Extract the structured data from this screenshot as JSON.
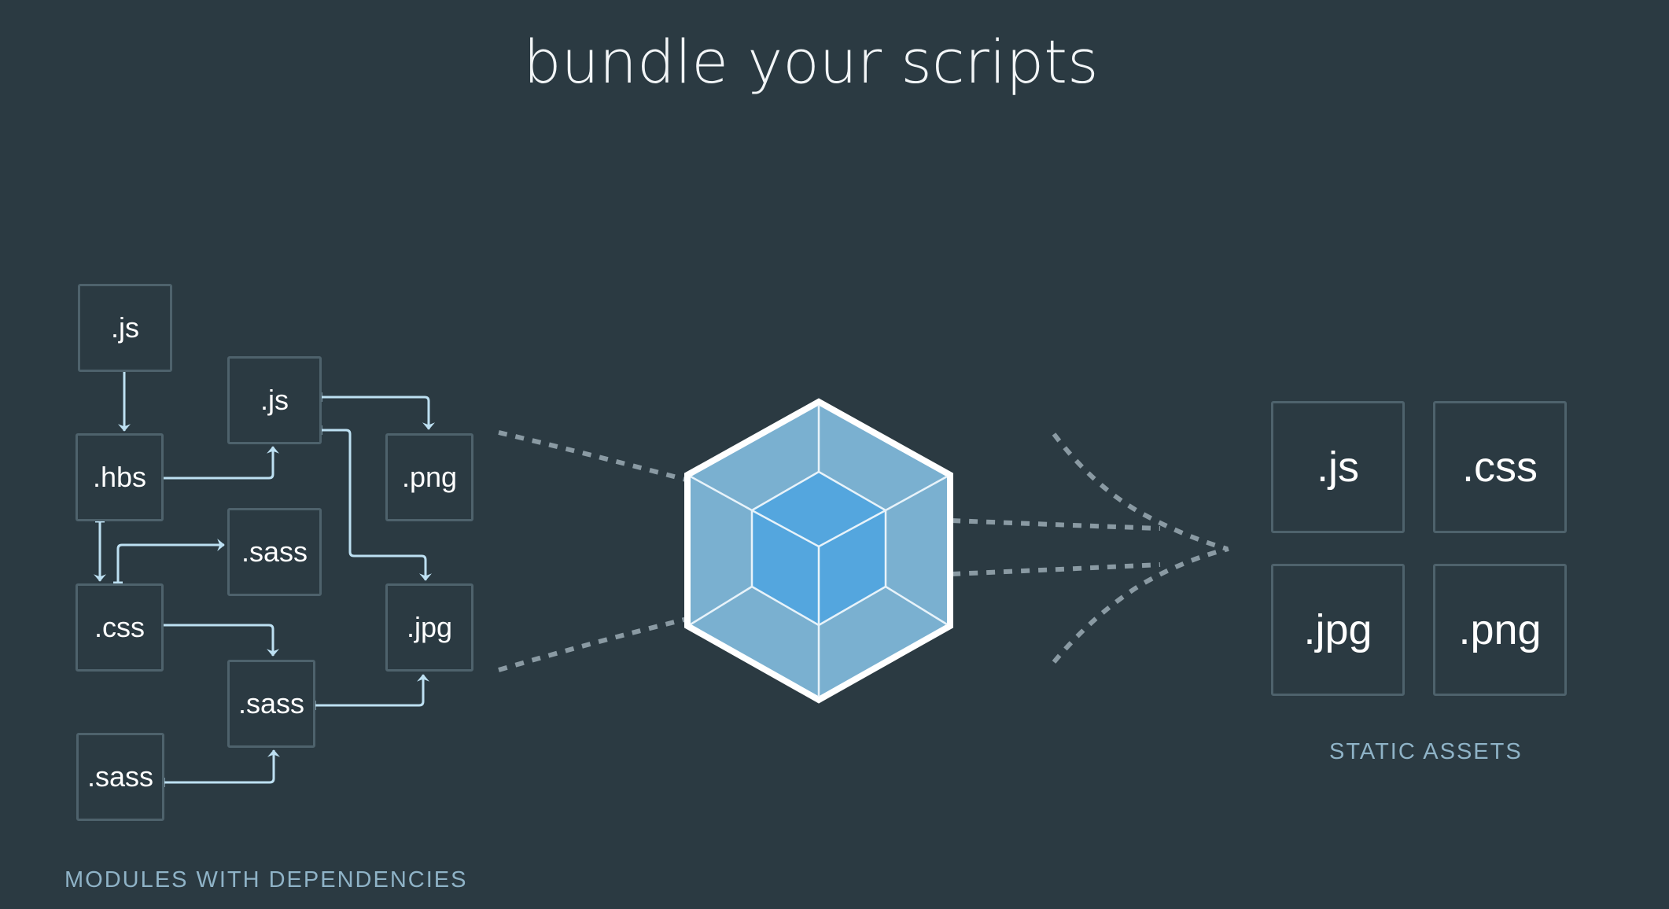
{
  "title": "bundle your scripts",
  "modules": {
    "caption": "MODULES WITH DEPENDENCIES",
    "items": {
      "js_top": ".js",
      "js_mid": ".js",
      "hbs": ".hbs",
      "png": ".png",
      "sass_a": ".sass",
      "css": ".css",
      "jpg": ".jpg",
      "sass_b": ".sass",
      "sass_c": ".sass"
    }
  },
  "assets": {
    "caption": "STATIC ASSETS",
    "items": [
      ".js",
      ".css",
      ".jpg",
      ".png"
    ]
  },
  "colors": {
    "background": "#2b3a42",
    "arrow": "#bde0f2",
    "cube_outer": "#7ab0d0",
    "cube_inner": "#54a6de",
    "dotted": "#8a9aa3"
  }
}
